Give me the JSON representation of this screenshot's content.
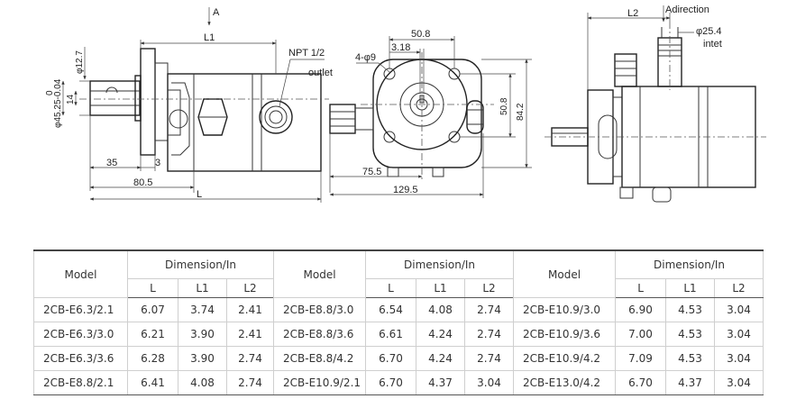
{
  "drawing": {
    "side_view": {
      "marker_a": "A",
      "L1": "L1",
      "L": "L",
      "npt": "NPT 1/2",
      "outlet": "outlet",
      "d12_7": "φ12.7",
      "d45": "φ45.25-0.04",
      "tol_upper": "0",
      "d14": "14",
      "d35": "35",
      "d3": "3",
      "d80_5": "80.5"
    },
    "front_view": {
      "holes": "4-φ9",
      "d50_8_top": "50.8",
      "d3_18": "3.18",
      "d50_8_right": "50.8",
      "d84_2": "84.2",
      "d75_5": "75.5",
      "d129_5": "129.5"
    },
    "top_view": {
      "L2": "L2",
      "a_direction": "Adirection",
      "d25_4": "φ25.4",
      "intet": "intet"
    }
  },
  "table": {
    "model_header": "Model",
    "dimension_header": "Dimension/In",
    "sub_headers": [
      "L",
      "L1",
      "L2"
    ],
    "rows": [
      [
        "2CB-E6.3/2.1",
        "6.07",
        "3.74",
        "2.41",
        "2CB-E8.8/3.0",
        "6.54",
        "4.08",
        "2.74",
        "2CB-E10.9/3.0",
        "6.90",
        "4.53",
        "3.04"
      ],
      [
        "2CB-E6.3/3.0",
        "6.21",
        "3.90",
        "2.41",
        "2CB-E8.8/3.6",
        "6.61",
        "4.24",
        "2.74",
        "2CB-E10.9/3.6",
        "7.00",
        "4.53",
        "3.04"
      ],
      [
        "2CB-E6.3/3.6",
        "6.28",
        "3.90",
        "2.74",
        "2CB-E8.8/4.2",
        "6.70",
        "4.24",
        "2.74",
        "2CB-E10.9/4.2",
        "7.09",
        "4.53",
        "3.04"
      ],
      [
        "2CB-E8.8/2.1",
        "6.41",
        "4.08",
        "2.74",
        "2CB-E10.9/2.1",
        "6.70",
        "4.37",
        "3.04",
        "2CB-E13.0/4.2",
        "6.70",
        "4.37",
        "3.04"
      ]
    ]
  }
}
